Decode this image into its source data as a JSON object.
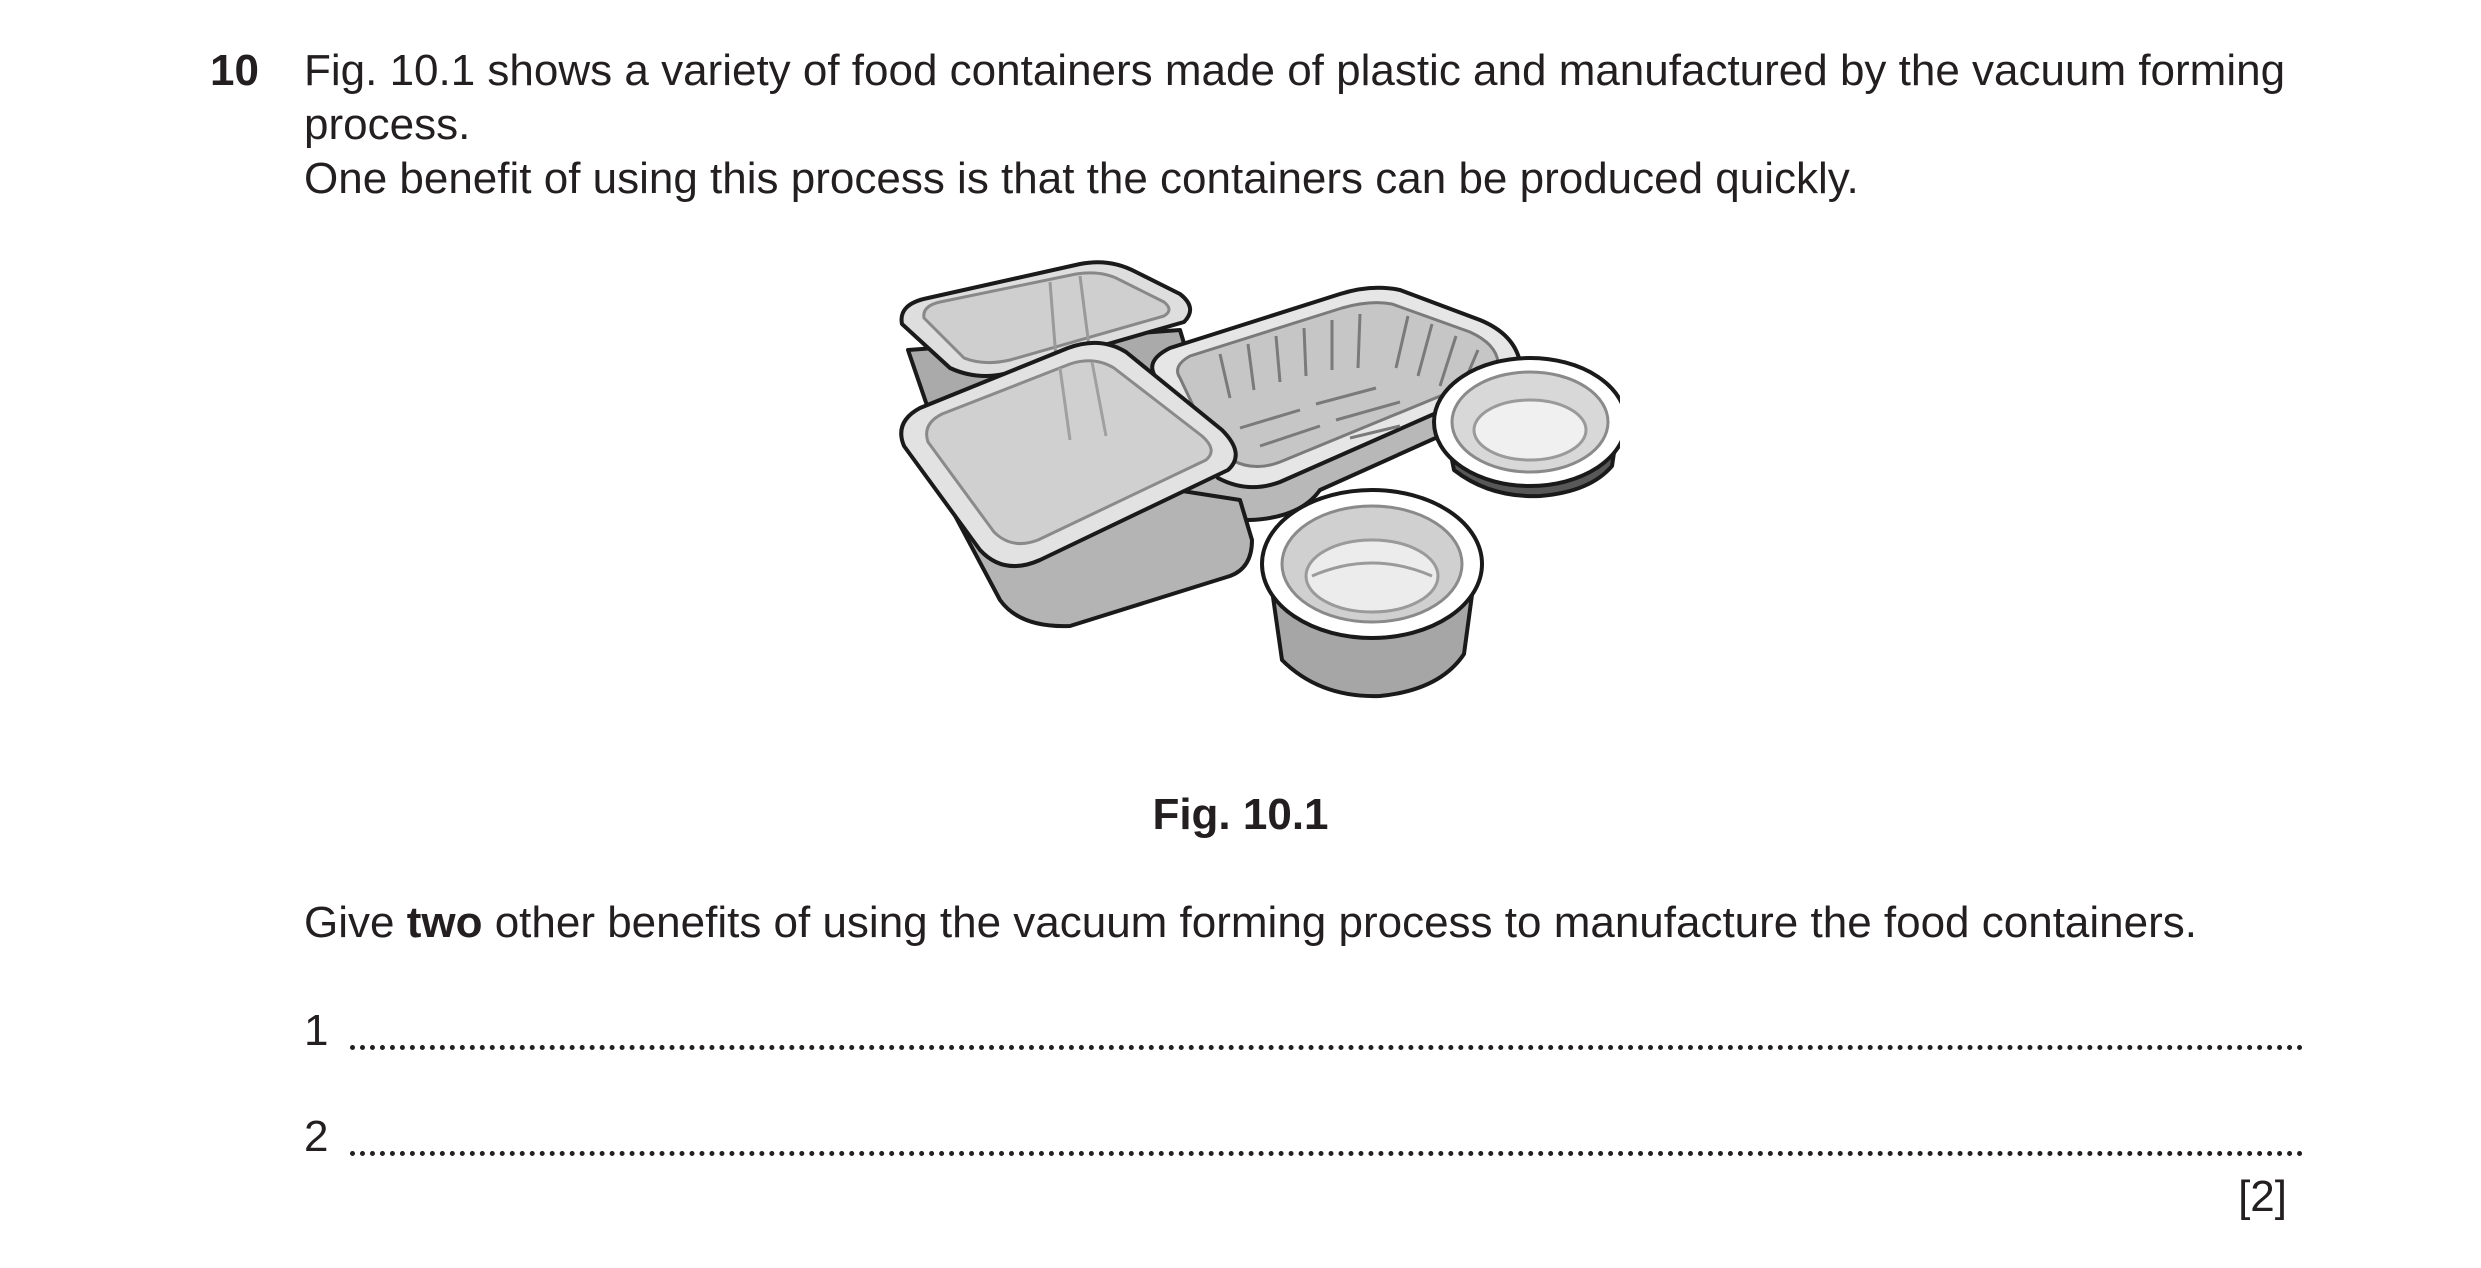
{
  "question": {
    "number": "10",
    "intro_line_1": "Fig. 10.1 shows a variety of food containers made of plastic and manufactured by the vacuum forming process.",
    "intro_line_2": "One benefit of using this process is that the containers can be produced quickly.",
    "figure_caption": "Fig. 10.1",
    "prompt_before": "Give ",
    "prompt_bold": "two",
    "prompt_after": " other benefits of using the vacuum forming process to manufacture the food containers.",
    "answer_lines": [
      {
        "label": "1"
      },
      {
        "label": "2"
      }
    ],
    "marks": "[2]"
  },
  "colors": {
    "text": "#231f20",
    "container_light": "#d4d4d4",
    "container_mid": "#b8b8b8",
    "container_dark": "#5a5a5a",
    "outline": "#1a1a1a"
  }
}
